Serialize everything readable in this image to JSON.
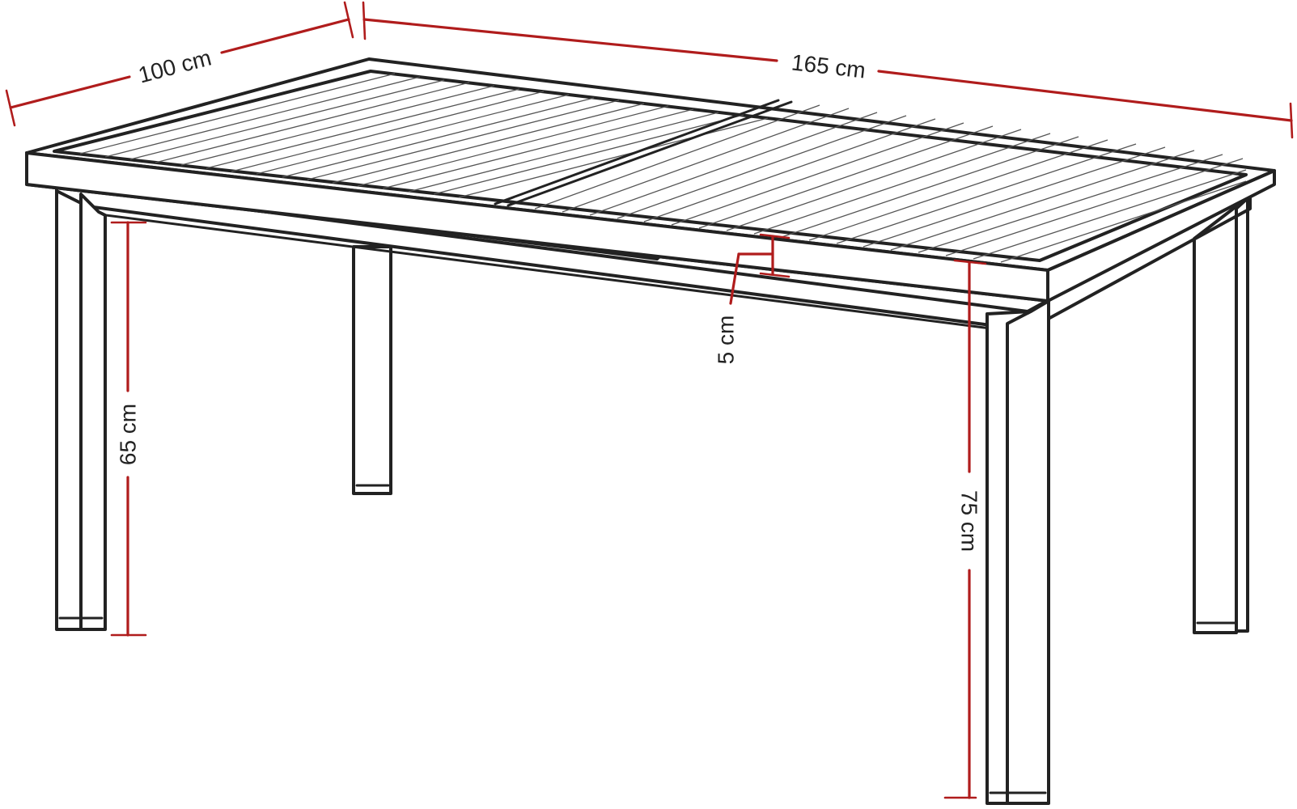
{
  "dimensions": {
    "depth": "100 cm",
    "length": "165 cm",
    "frame_height": "5 cm",
    "clearance_height": "65 cm",
    "table_height": "75 cm"
  },
  "colors": {
    "outline": "#222222",
    "dimension_line": "#b01c1c",
    "background": "#ffffff"
  }
}
